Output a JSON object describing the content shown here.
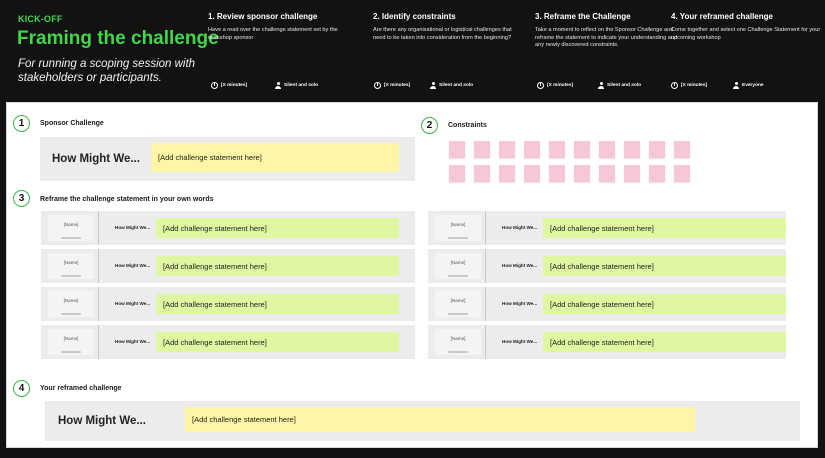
{
  "header": {
    "kicker": "KICK-OFF",
    "title": "Framing the challenge",
    "subtitle": "For running a scoping session with stakeholders or participants."
  },
  "steps": [
    {
      "title": "1. Review sponsor challenge",
      "description": "Have a read over the challenge statement set by the workshop sponsor",
      "duration": "[X minutes]",
      "mode": "Silent and solo"
    },
    {
      "title": "2. Identify constraints",
      "description": "Are there any organisational or logistical challenges that need to be taken into consideration from the beginning?",
      "duration": "[X minutes]",
      "mode": "Silent and solo"
    },
    {
      "title": "3. Reframe the Challenge",
      "description": "Take a moment to reflect on the Sponsor Challenge and reframe the statement to indicate your understanding and any newly discovered constraints.",
      "duration": "[X minutes]",
      "mode": "Silent and solo"
    },
    {
      "title": "4. Your reframed challenge",
      "description": "Come together and select one Challenge Statement for your upcoming workshop",
      "duration": "[X minutes]",
      "mode": "Everyone"
    }
  ],
  "sections": {
    "sponsor": {
      "number": "1",
      "title": "Sponsor Challenge",
      "hmw": "How Might We...",
      "statement": "[Add challenge statement here]"
    },
    "constraints": {
      "number": "2",
      "title": "Constraints",
      "sticky_color": "#f7c6d8",
      "sticky_count": 20
    },
    "reframe": {
      "number": "3",
      "title": "Reframe the challenge statement in your own words",
      "rows": [
        {
          "name": "[Name]",
          "hmw": "How Might We...",
          "statement": "[Add challenge statement here]"
        },
        {
          "name": "[Name]",
          "hmw": "How Might We...",
          "statement": "[Add challenge statement here]"
        },
        {
          "name": "[Name]",
          "hmw": "How Might We...",
          "statement": "[Add challenge statement here]"
        },
        {
          "name": "[Name]",
          "hmw": "How Might We...",
          "statement": "[Add challenge statement here]"
        },
        {
          "name": "[Name]",
          "hmw": "How Might We...",
          "statement": "[Add challenge statement here]"
        },
        {
          "name": "[Name]",
          "hmw": "How Might We...",
          "statement": "[Add challenge statement here]"
        },
        {
          "name": "[Name]",
          "hmw": "How Might We...",
          "statement": "[Add challenge statement here]"
        },
        {
          "name": "[Name]",
          "hmw": "How Might We...",
          "statement": "[Add challenge statement here]"
        }
      ]
    },
    "final": {
      "number": "4",
      "title": "Your reframed challenge",
      "hmw": "How Might We...",
      "statement": "[Add challenge statement here]"
    }
  },
  "colors": {
    "accent": "#42d64a",
    "sticky_yellow": "#fdf6a6",
    "sticky_green": "#def7a0",
    "sticky_pink": "#f7c6d8"
  }
}
